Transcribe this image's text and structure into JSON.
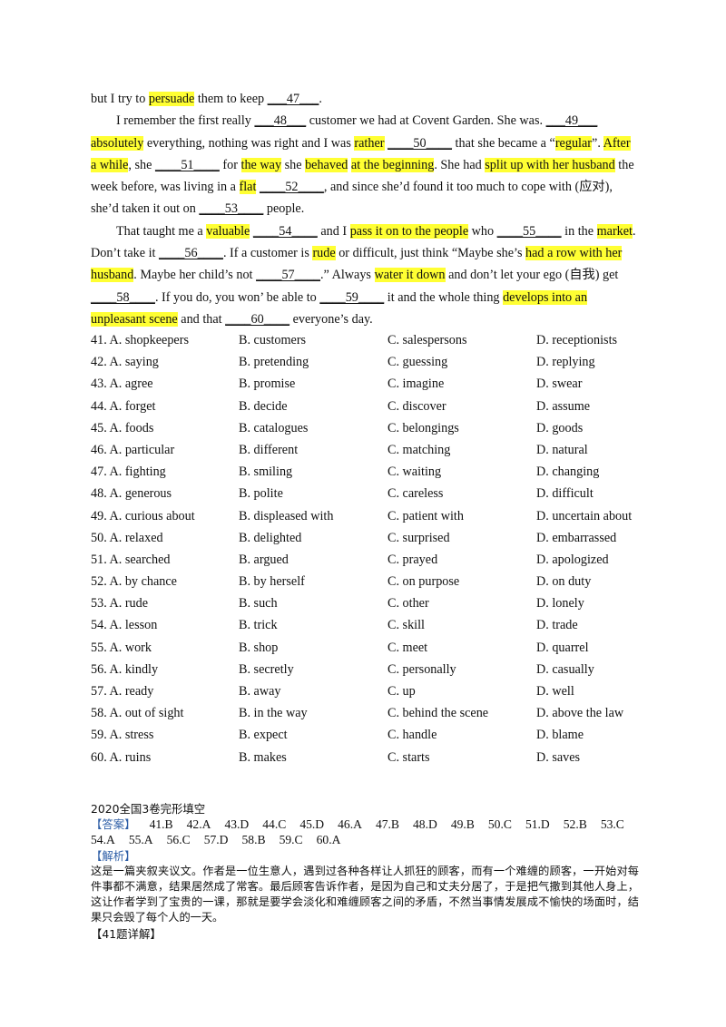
{
  "passage": {
    "p0": [
      {
        "t": "but I try to "
      },
      {
        "t": "persuade",
        "h": 1
      },
      {
        "t": " them to keep "
      },
      {
        "t": "___47___",
        "u": 1
      },
      {
        "t": "."
      }
    ],
    "p1": [
      {
        "t": "I remember the first really "
      },
      {
        "t": "___48___",
        "u": 1
      },
      {
        "t": " customer we had at Covent Garden. She was. "
      },
      {
        "t": "___49___",
        "u": 1
      },
      {
        "t": " "
      },
      {
        "t": "absolutely",
        "h": 1
      },
      {
        "t": " everything, nothing was right and I was "
      },
      {
        "t": "rather",
        "h": 1
      },
      {
        "t": " "
      },
      {
        "t": "____50____",
        "u": 1
      },
      {
        "t": " that she became a “"
      },
      {
        "t": "regular",
        "h": 1
      },
      {
        "t": "”. "
      },
      {
        "t": "After a while",
        "h": 1
      },
      {
        "t": ", she "
      },
      {
        "t": "____51____",
        "u": 1
      },
      {
        "t": " for "
      },
      {
        "t": "the way",
        "h": 1
      },
      {
        "t": " she "
      },
      {
        "t": "behaved",
        "h": 1
      },
      {
        "t": " "
      },
      {
        "t": "at the beginning",
        "h": 1
      },
      {
        "t": ". She had "
      },
      {
        "t": "split up with her husband",
        "h": 1
      },
      {
        "t": " the week before, was living in a "
      },
      {
        "t": "flat",
        "h": 1
      },
      {
        "t": " "
      },
      {
        "t": "____52____",
        "u": 1
      },
      {
        "t": ", and since she’d found it too much to cope with (应对), she’d taken it out on "
      },
      {
        "t": "____53____",
        "u": 1
      },
      {
        "t": " people."
      }
    ],
    "p2": [
      {
        "t": "That taught me a "
      },
      {
        "t": "valuable",
        "h": 1
      },
      {
        "t": " "
      },
      {
        "t": "____54____",
        "u": 1
      },
      {
        "t": " and I "
      },
      {
        "t": "pass it on to the people",
        "h": 1
      },
      {
        "t": " who "
      },
      {
        "t": "____55____",
        "u": 1
      },
      {
        "t": " in the "
      },
      {
        "t": "market",
        "h": 1
      },
      {
        "t": ". Don’t take it "
      },
      {
        "t": "____56____",
        "u": 1
      },
      {
        "t": ". If a customer is "
      },
      {
        "t": "rude",
        "h": 1
      },
      {
        "t": " or difficult, just think “Maybe she’s "
      },
      {
        "t": "had a row with her husband",
        "h": 1
      },
      {
        "t": ". Maybe her child’s not "
      },
      {
        "t": "____57____",
        "u": 1
      },
      {
        "t": ".” Always "
      },
      {
        "t": "water it down",
        "h": 1
      },
      {
        "t": " and don’t let your ego (自我) get "
      },
      {
        "t": "____58____",
        "u": 1
      },
      {
        "t": ". If you do, you won’ be able to "
      },
      {
        "t": "____59____",
        "u": 1
      },
      {
        "t": " it and the whole thing "
      },
      {
        "t": "develops into an unpleasant scene",
        "h": 1
      },
      {
        "t": " and that "
      },
      {
        "t": "____60____",
        "u": 1
      },
      {
        "t": " everyone’s day."
      }
    ]
  },
  "options": [
    [
      "41. A.  shopkeepers",
      "B.  customers",
      "C.  salespersons",
      "D.  receptionists"
    ],
    [
      "42. A.  saying",
      "B.  pretending",
      "C.  guessing",
      "D.  replying"
    ],
    [
      "43. A.  agree",
      "B.  promise",
      "C.  imagine",
      "D.  swear"
    ],
    [
      "44. A.  forget",
      "B.  decide",
      "C.  discover",
      "D.  assume"
    ],
    [
      "45. A.  foods",
      "B.  catalogues",
      "C.  belongings",
      "D.  goods"
    ],
    [
      "46. A.  particular",
      "B.  different",
      "C.  matching",
      "D.  natural"
    ],
    [
      "47. A.  fighting",
      "B.  smiling",
      "C.  waiting",
      "D.  changing"
    ],
    [
      "48. A.  generous",
      "B.  polite",
      "C.  careless",
      "D.  difficult"
    ],
    [
      "49. A.  curious about",
      "B.  displeased with",
      "C.  patient with",
      "D.  uncertain about"
    ],
    [
      "50. A.  relaxed",
      "B.  delighted",
      "C.  surprised",
      "D.  embarrassed"
    ],
    [
      "51. A.  searched",
      "B.  argued",
      "C.  prayed",
      "D.  apologized"
    ],
    [
      "52. A.  by chance",
      "B.  by herself",
      "C.  on purpose",
      "D.  on duty"
    ],
    [
      "53. A.  rude",
      "B.  such",
      "C.  other",
      "D.  lonely"
    ],
    [
      "54. A.  lesson",
      "B.  trick",
      "C.  skill",
      "D.  trade"
    ],
    [
      "55. A.  work",
      "B.  shop",
      "C.  meet",
      "D.  quarrel"
    ],
    [
      "56. A.  kindly",
      "B.  secretly",
      "C.  personally",
      "D.  casually"
    ],
    [
      "57. A.  ready",
      "B.  away",
      "C.  up",
      "D.  well"
    ],
    [
      "58. A.  out of sight",
      "B.  in the way",
      "C.  behind the scene",
      "D.  above the law"
    ],
    [
      "59. A.  stress",
      "B.  expect",
      "C.  handle",
      "D.  blame"
    ],
    [
      "60. A.  ruins",
      "B.  makes",
      "C.  starts",
      "D.  saves"
    ]
  ],
  "answer": {
    "heading": "2020全国3卷完形填空",
    "answer_tag": "【答案】",
    "keys": [
      "41.B",
      "42.A",
      "43.D",
      "44.C",
      "45.D",
      "46.A",
      "47.B",
      "48.D",
      "49.B",
      "50.C",
      "51.D",
      "52.B",
      "53.C",
      "54.A",
      "55.A",
      "56.C",
      "57.D",
      "58.B",
      "59.C",
      "60.A"
    ],
    "analysis_tag": "【解析】",
    "analysis_text": "这是一篇夹叙夹议文。作者是一位生意人，遇到过各种各样让人抓狂的顾客，而有一个难缠的顾客，一开始对每件事都不满意，结果居然成了常客。最后顾客告诉作者，是因为自己和丈夫分居了，于是把气撒到其他人身上，这让作者学到了宝贵的一课，那就是要学会淡化和难缠顾客之间的矛盾，不然当事情发展成不愉快的场面时，结果只会毁了每个人的一天。",
    "detail_heading": "【41题详解】"
  }
}
